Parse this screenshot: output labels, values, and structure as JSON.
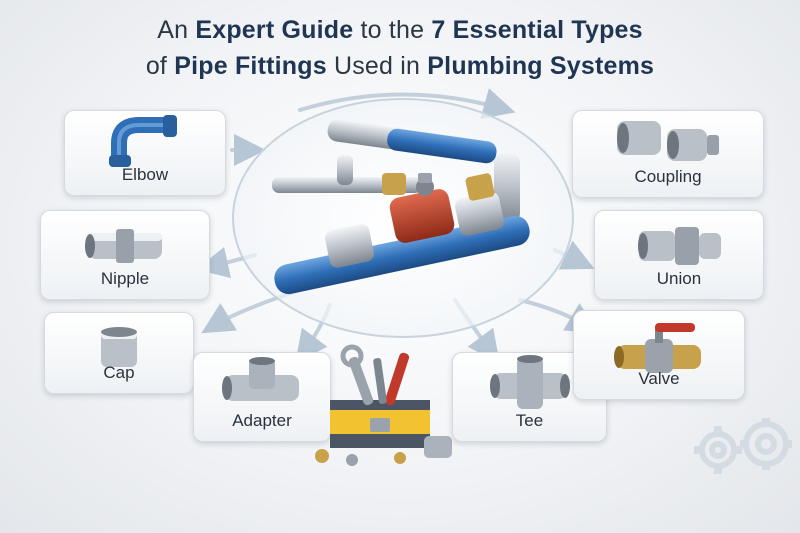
{
  "title": {
    "line1_a": "An ",
    "line1_b": "Expert Guide",
    "line1_c": " to the ",
    "line1_d": "7 Essential Types",
    "line2_a": "of ",
    "line2_b": "Pipe Fittings",
    "line2_c": " Used in ",
    "line2_d": "Plumbing Systems"
  },
  "fittings": {
    "elbow": "Elbow",
    "nipple": "Nipple",
    "cap": "Cap",
    "adapter": "Adapter",
    "tee": "Tee",
    "valve": "Valve",
    "union": "Union",
    "coupling": "Coupling"
  },
  "colors": {
    "pipe_blue": "#2f6fb8",
    "steel": "#b9c0c8",
    "valve_red": "#b53a23",
    "brass": "#c8a24a"
  }
}
